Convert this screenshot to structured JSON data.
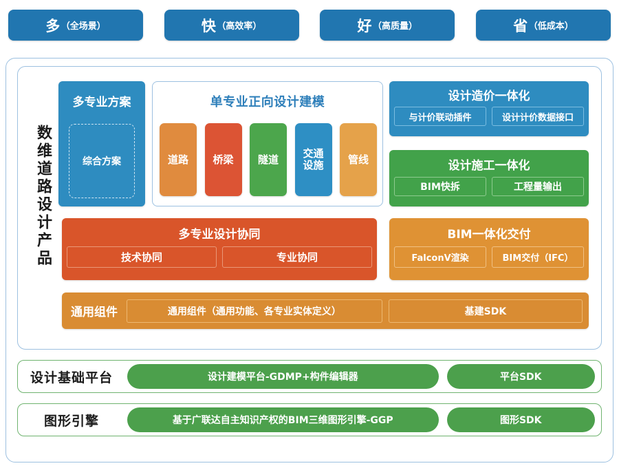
{
  "slogans": [
    {
      "big": "多",
      "small": "（全场景）",
      "color": "#2176b0"
    },
    {
      "big": "快",
      "small": "（高效率）",
      "color": "#2176b0"
    },
    {
      "big": "好",
      "small": "（高质量）",
      "color": "#2176b0"
    },
    {
      "big": "省",
      "small": "（低成本）",
      "color": "#2176b0"
    }
  ],
  "product": {
    "vertical_title": "数维道路设计产品",
    "multi_scheme": {
      "title": "多专业方案",
      "dashed_item": "综合方案",
      "color": "#2e8cc0"
    },
    "single_discipline": {
      "title": "单专业正向设计建模",
      "title_color": "#2e7fba",
      "pills": [
        {
          "label": "道路",
          "color": "#e08b3e"
        },
        {
          "label": "桥梁",
          "color": "#dc5434"
        },
        {
          "label": "隧道",
          "color": "#4ca64c"
        },
        {
          "label": "交通\n设施",
          "color": "#2e8fc4"
        },
        {
          "label": "管线",
          "color": "#e5a24a"
        }
      ]
    },
    "cost_integration": {
      "title": "设计造价一体化",
      "items": [
        "与计价联动插件",
        "设计计价数据接口"
      ],
      "color": "#2e8cc0"
    },
    "construction_integration": {
      "title": "设计施工一体化",
      "items": [
        "BIM快拆",
        "工程量输出"
      ],
      "color": "#42a24a"
    },
    "collaboration": {
      "title": "多专业设计协同",
      "items": [
        "技术协同",
        "专业协同"
      ],
      "color": "#d9552a"
    },
    "bim_delivery": {
      "title": "BIM一体化交付",
      "items": [
        "FalconV渲染",
        "BIM交付（IFC）"
      ],
      "color": "#df9234"
    },
    "common_components": {
      "label": "通用组件",
      "items": [
        "通用组件（通用功能、各专业实体定义）",
        "基建SDK"
      ],
      "color": "#d98c33"
    }
  },
  "platforms": [
    {
      "label": "设计基础平台",
      "main": "设计建模平台-GDMP+构件编辑器",
      "sdk": "平台SDK",
      "color": "#4ca04c"
    },
    {
      "label": "图形引擎",
      "main": "基于广联达自主知识产权的BIM三维图形引擎-GGP",
      "sdk": "图形SDK",
      "color": "#4ca04c"
    }
  ]
}
